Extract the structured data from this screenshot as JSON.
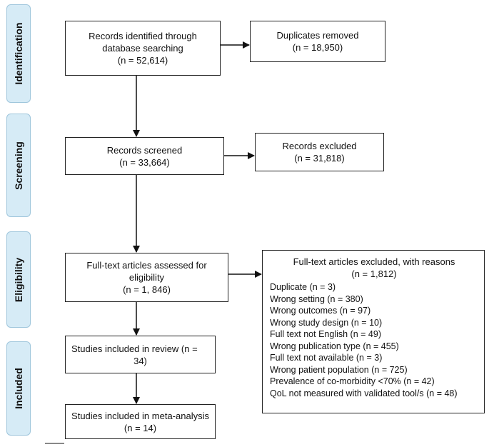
{
  "phases": {
    "identification": "Identification",
    "screening": "Screening",
    "eligibility": "Eligibility",
    "included": "Included"
  },
  "boxes": {
    "records_identified": {
      "line1": "Records identified through",
      "line2": "database searching",
      "line3": "(n = 52,614)"
    },
    "duplicates_removed": {
      "line1": "Duplicates removed",
      "line2": "(n = 18,950)"
    },
    "records_screened": {
      "line1": "Records screened",
      "line2": "(n = 33,664)"
    },
    "records_excluded": {
      "line1": "Records excluded",
      "line2": "(n = 31,818)"
    },
    "fulltext_assessed": {
      "line1": "Full-text articles assessed for",
      "line2": "eligibility",
      "line3": "(n = 1, 846)"
    },
    "fulltext_excluded": {
      "title": "Full-text articles excluded, with reasons",
      "count": "(n = 1,812)",
      "reasons": [
        "Duplicate (n = 3)",
        "Wrong setting (n = 380)",
        "Wrong outcomes (n = 97)",
        "Wrong study design (n = 10)",
        "Full text not English (n = 49)",
        "Wrong publication type (n = 455)",
        "Full text not available (n = 3)",
        "Wrong patient population (n = 725)",
        "Prevalence of co-morbidity <70% (n = 42)",
        "QoL not measured with validated tool/s (n = 48)"
      ]
    },
    "studies_review": {
      "line1": "Studies included in review (n =",
      "line2": "34)"
    },
    "studies_meta": {
      "line1": "Studies included in meta-analysis",
      "line2": "(n = 14)"
    }
  }
}
